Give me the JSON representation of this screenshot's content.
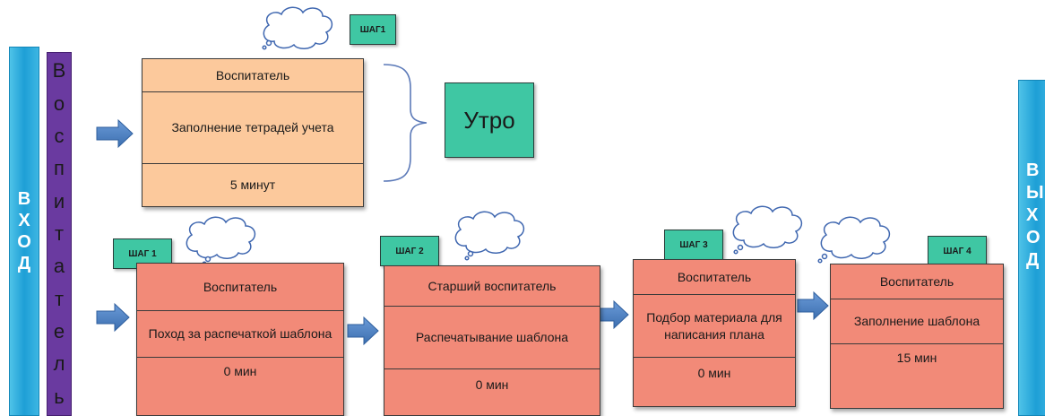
{
  "entry": {
    "letters": [
      "В",
      "Х",
      "О",
      "Д"
    ]
  },
  "role": {
    "letters": [
      "В",
      "о",
      "с",
      "п",
      "и",
      "т",
      "а",
      "т",
      "е",
      "л",
      "ь"
    ]
  },
  "exit": {
    "letters": [
      "В",
      "Ы",
      "Х",
      "О",
      "Д"
    ]
  },
  "morning": {
    "label": "Утро",
    "step": "ШАГ1",
    "box": {
      "role": "Воспитатель",
      "task": "Заполнение тетрадей учета",
      "time": "5 минут"
    }
  },
  "steps": [
    {
      "badge": "ШАГ 1",
      "role": "Воспитатель",
      "task": "Поход за распечаткой шаблона",
      "time": "0 мин"
    },
    {
      "badge": "ШАГ 2",
      "role": "Старший воспитатель",
      "task": "Распечатывание шаблона",
      "time": "0 мин"
    },
    {
      "badge": "ШАГ 3",
      "role": "Воспитатель",
      "task": "Подбор материала для написания плана",
      "time": "0 мин"
    },
    {
      "badge": "ШАГ 4",
      "role": "Воспитатель",
      "task": "Заполнение шаблона",
      "time": "15 мин"
    }
  ],
  "colors": {
    "entry_exit": "#1e9fd6",
    "role_bar": "#6a3aa0",
    "morning_box": "#fcc99c",
    "step_box": "#f28a78",
    "badge": "#3fc7a3",
    "arrow": "#4a7fc1"
  }
}
